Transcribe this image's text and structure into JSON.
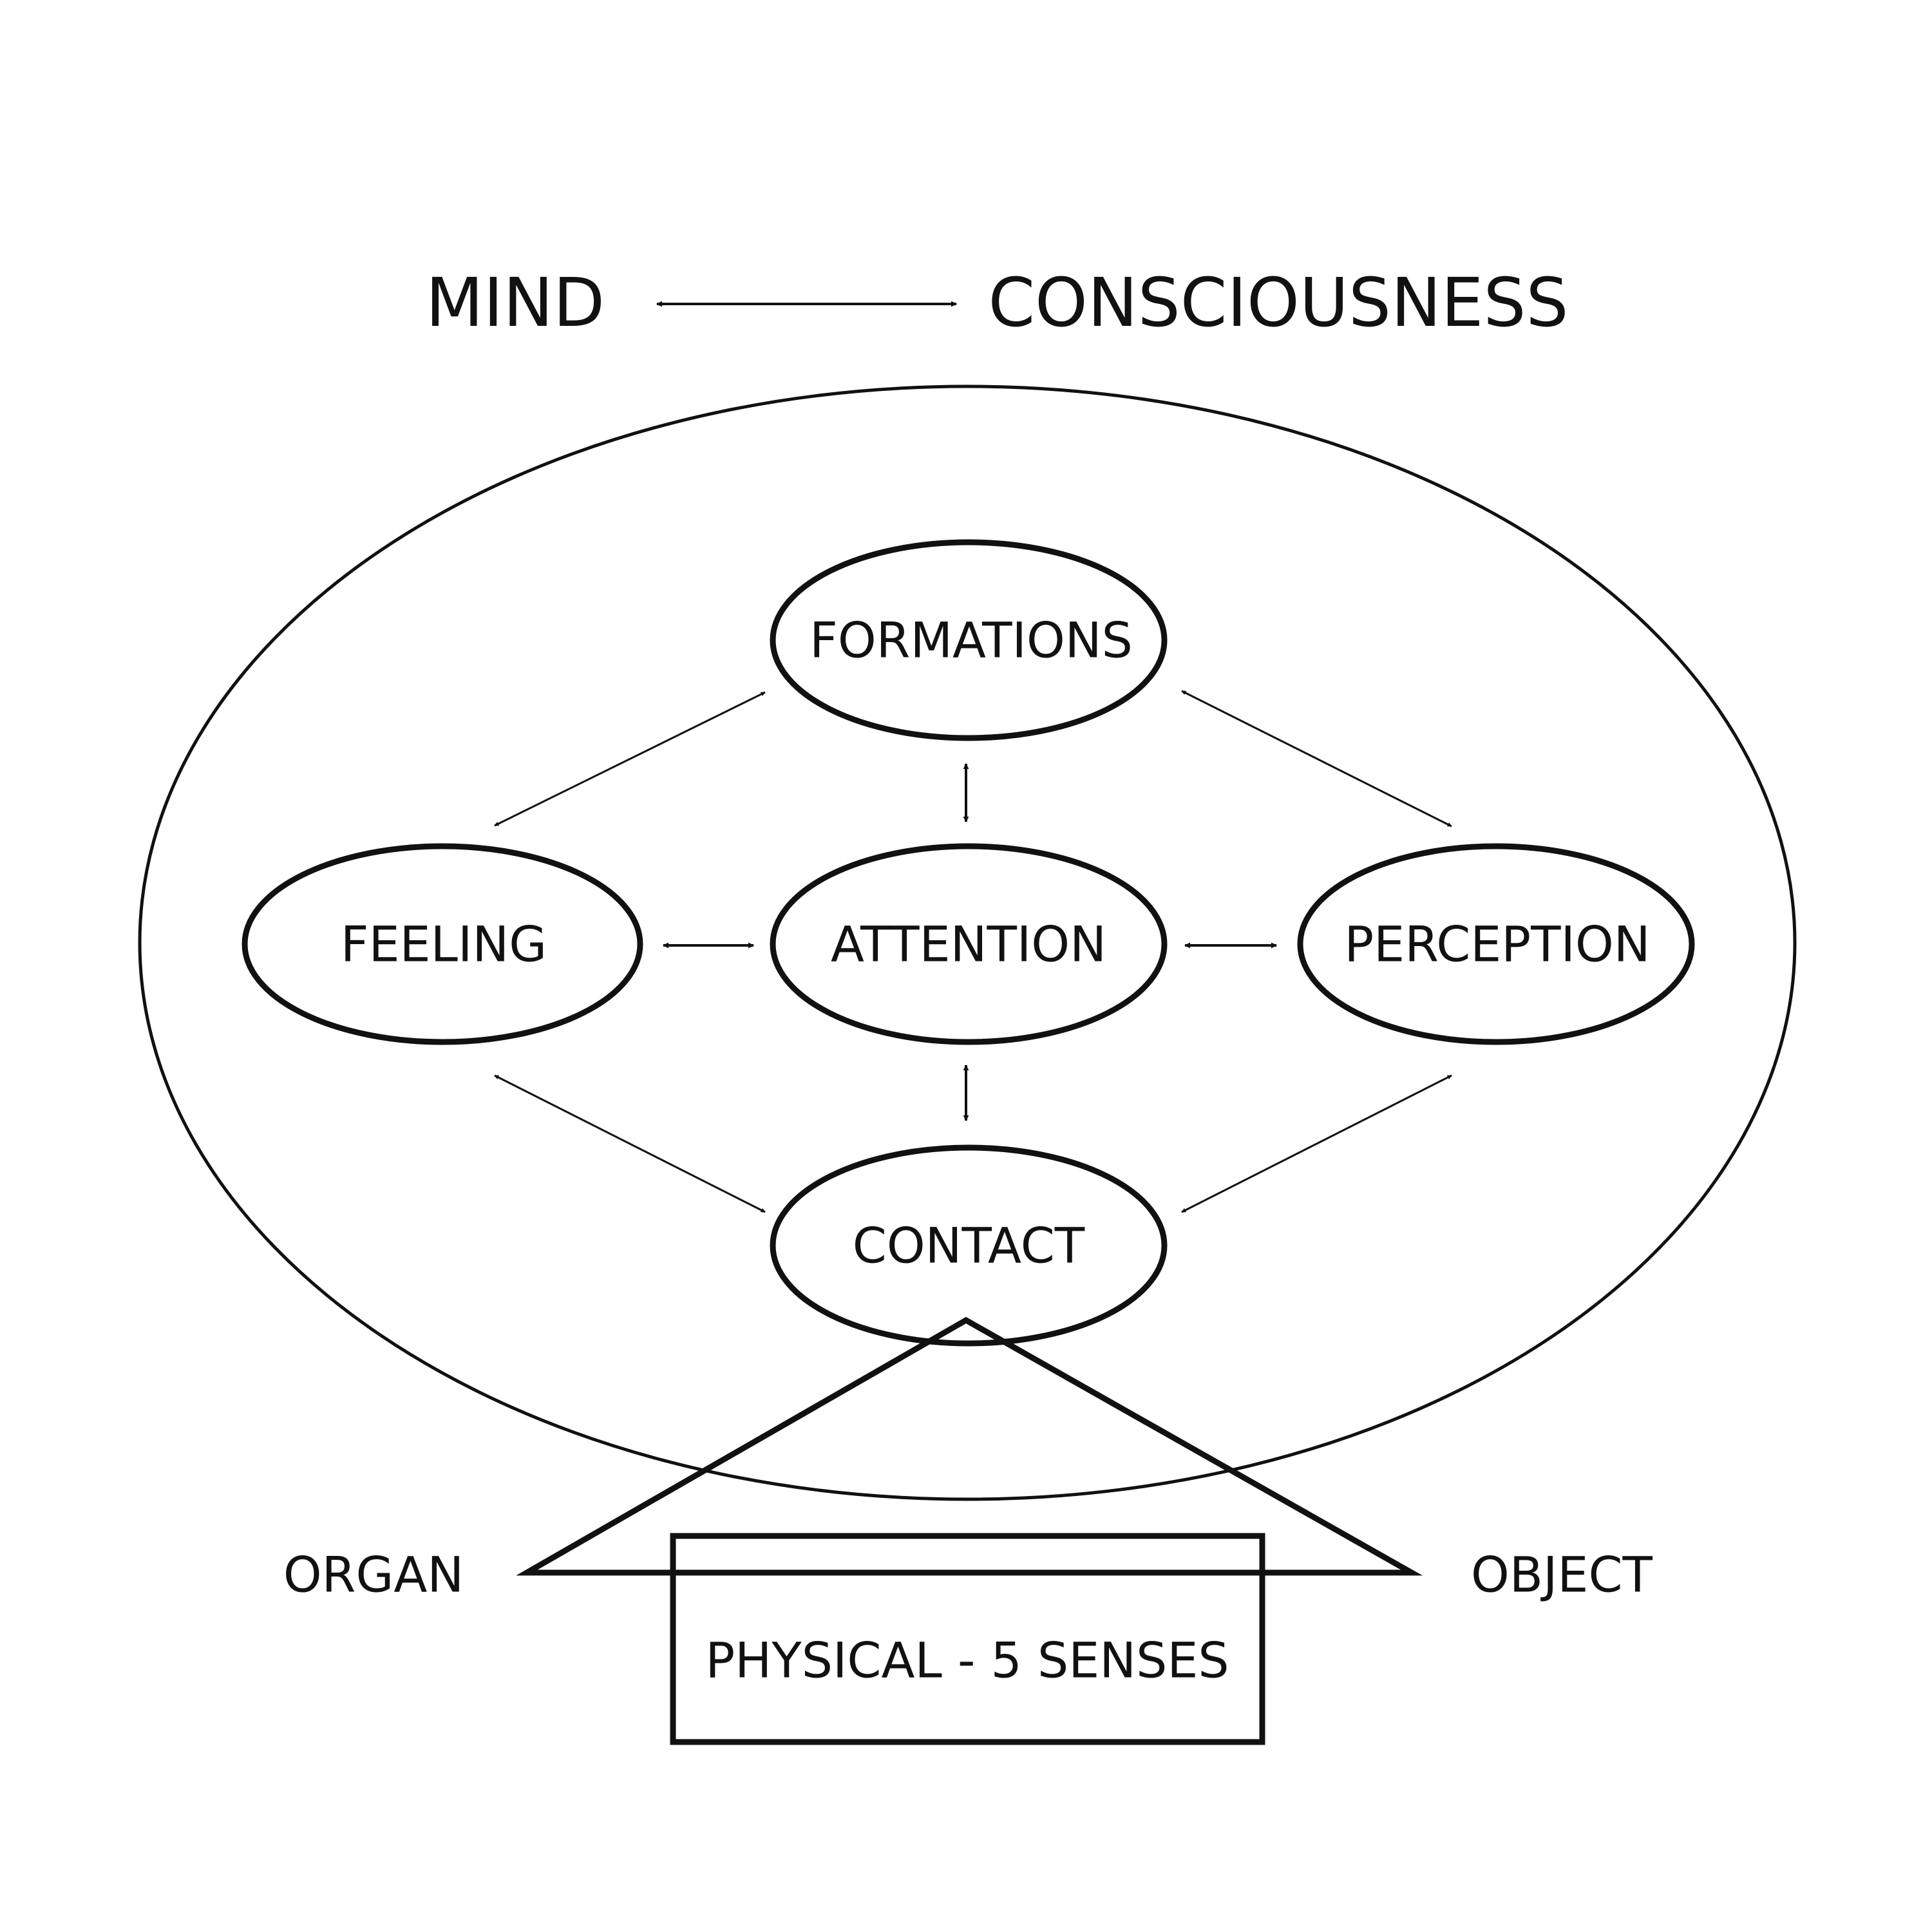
{
  "colors": {
    "background": "#ffffff",
    "stroke": "#111111"
  },
  "header": {
    "left_label": "MIND",
    "right_label": "CONSCIOUSNESS"
  },
  "nodes": {
    "formations": "FORMATIONS",
    "feeling": "FEELING",
    "attention": "ATTENTION",
    "perception": "PERCEPTION",
    "contact": "CONTACT"
  },
  "base": {
    "organ": "ORGAN",
    "object": "OBJECT",
    "physical": "PHYSICAL - 5 SENSES"
  }
}
